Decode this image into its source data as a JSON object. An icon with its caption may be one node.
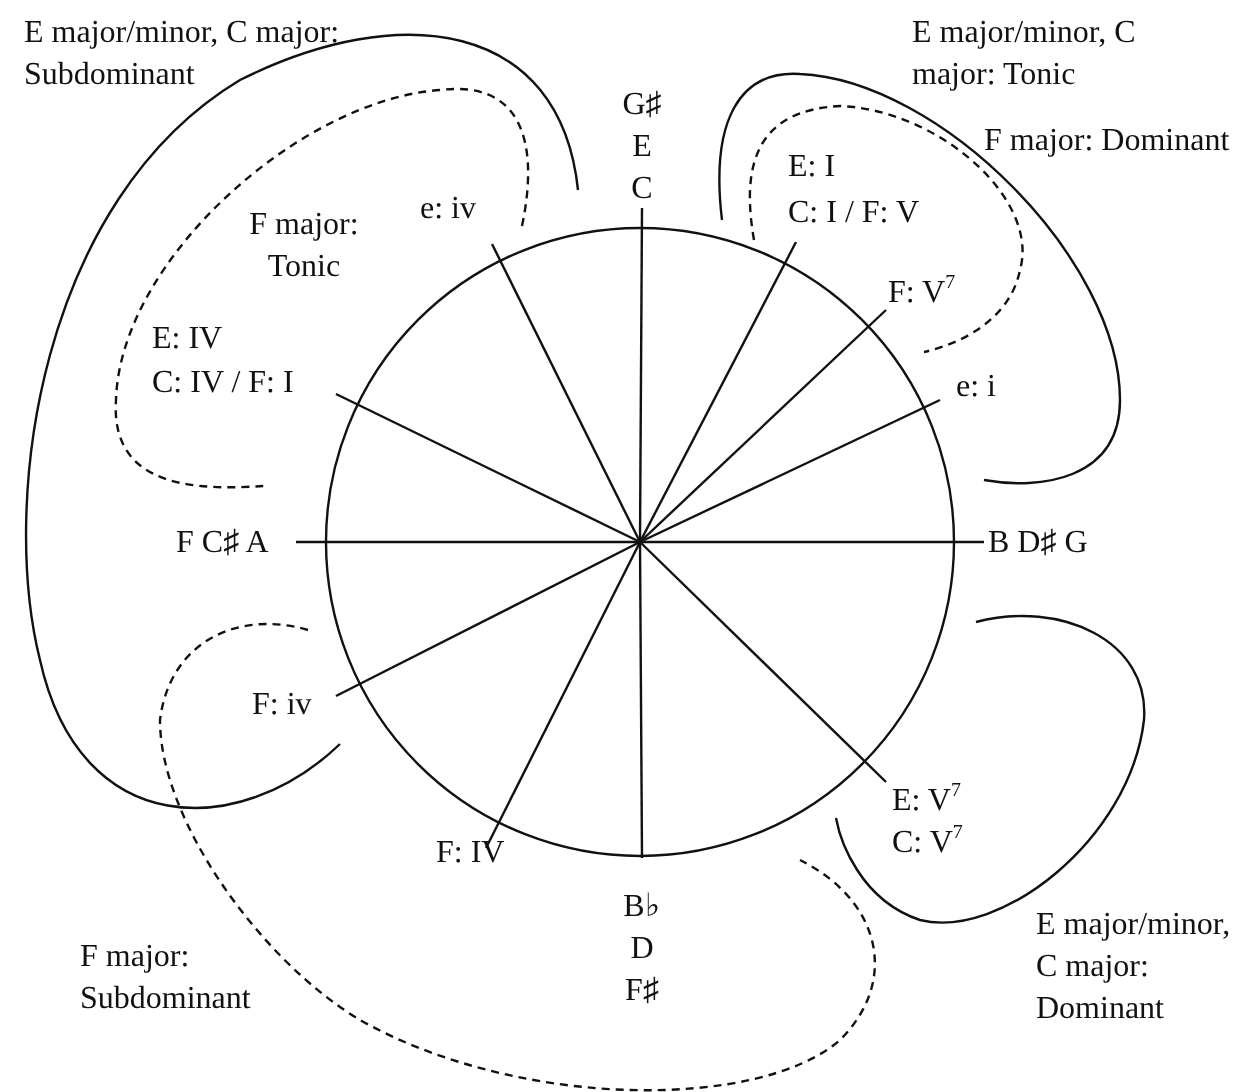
{
  "diagram": {
    "labels": [
      "E major/minor, C major: Subdominant",
      "E major/minor, C major: Tonic",
      "G♯ E C",
      "F major: Dominant",
      "E: I",
      "C: I / F: V",
      "F major: Tonic",
      "e: iv",
      "F: V$^{7}$",
      "E: IV",
      "C: IV / F: I",
      "e: i",
      "F C♯ A",
      "B D♯ G",
      "F: iv",
      "E: V$^{7}$",
      "C: V$^{7}$",
      "F: IV",
      "B♭ D F♯",
      "F major: Subdominant",
      "E major/minor, C major: Dominant"
    ]
  }
}
